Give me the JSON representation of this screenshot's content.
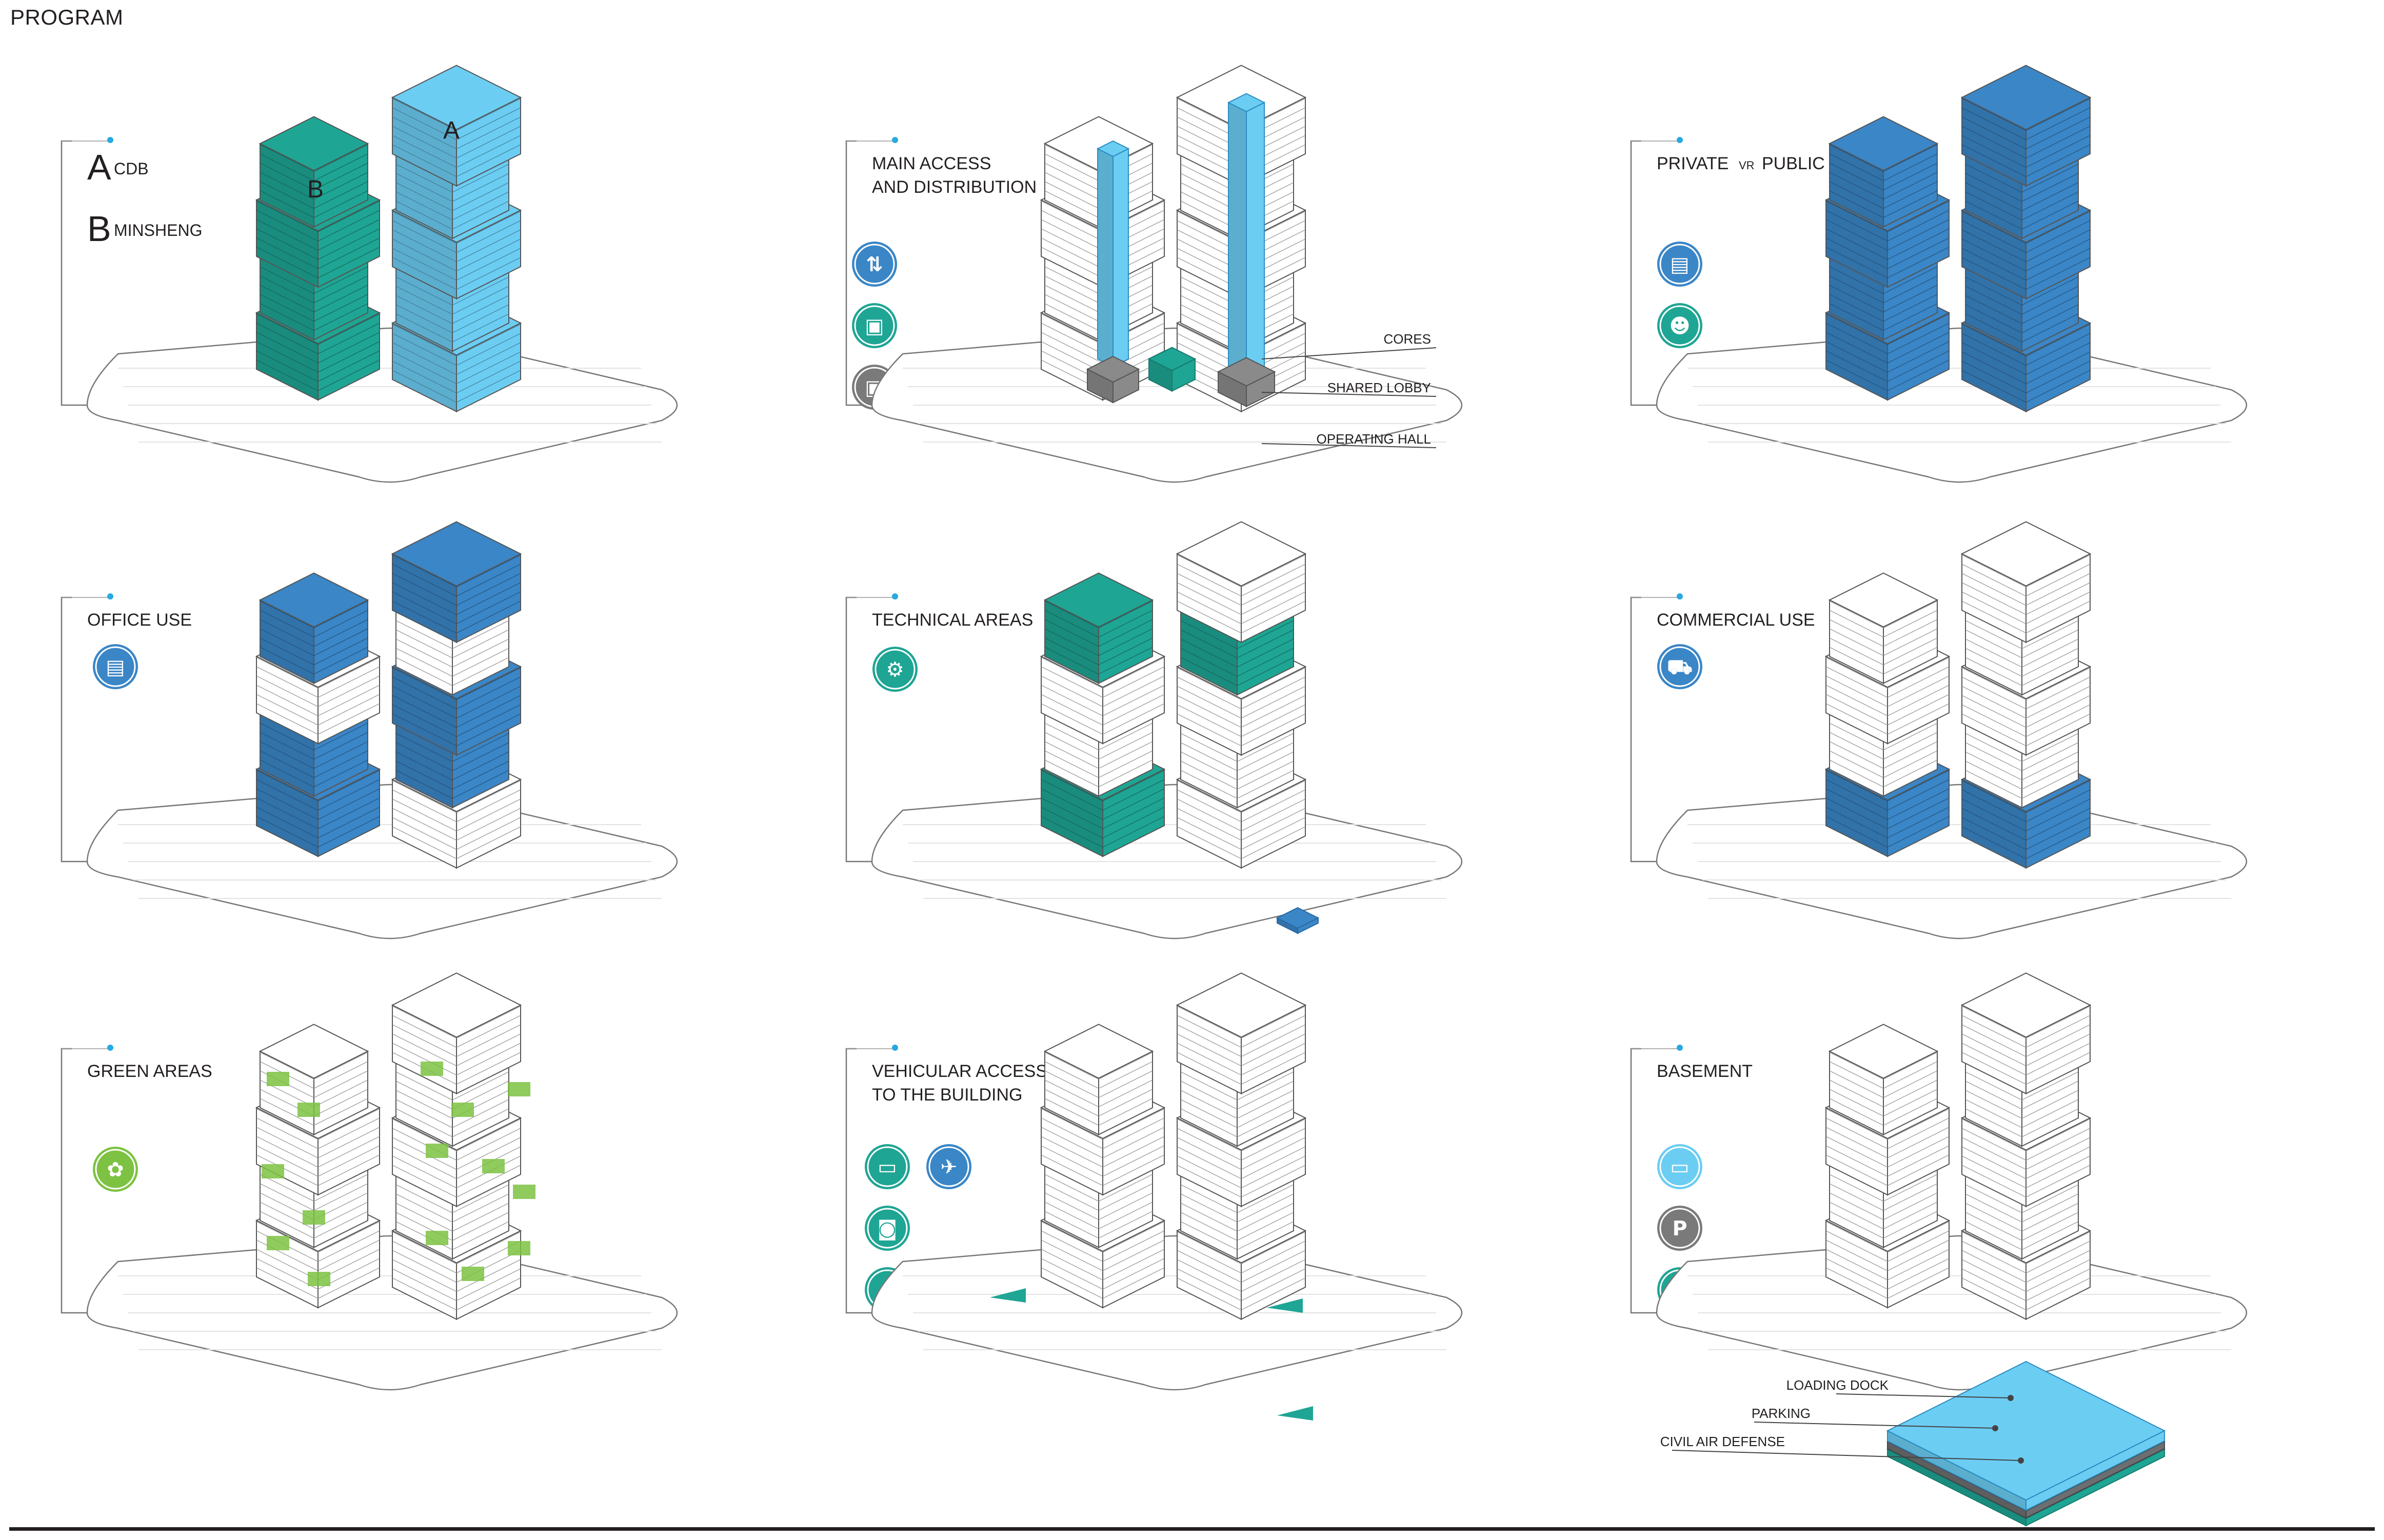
{
  "title": "PROGRAM",
  "colors": {
    "teal": "#1fa594",
    "teal_dark": "#157a6e",
    "light_blue": "#6ccdf3",
    "blue": "#3a86c7",
    "blue_dark": "#2a6aa5",
    "green": "#7dc242",
    "gray": "#7a7a7a",
    "outline": "#666666"
  },
  "panels": [
    {
      "id": "cdb-minsheng",
      "lines": [],
      "legend": [
        {
          "letter": "A",
          "text": "CDB"
        },
        {
          "letter": "B",
          "text": "MINSHENG"
        }
      ],
      "towers": {
        "A": "A",
        "B": "B"
      },
      "icons": []
    },
    {
      "id": "main-access",
      "lines": [
        "MAIN ACCESS",
        "AND DISTRIBUTION"
      ],
      "callouts": [
        "CORES",
        "SHARED LOBBY",
        "OPERATING HALL"
      ],
      "icons": [
        {
          "name": "elevator-icon",
          "color": "#3a86c7"
        },
        {
          "name": "core-icon",
          "color": "#1fa594"
        },
        {
          "name": "hall-icon",
          "color": "#7a7a7a"
        }
      ]
    },
    {
      "id": "private-public",
      "lines": [
        "PRIVATE",
        "VR",
        "PUBLIC"
      ],
      "icons": [
        {
          "name": "briefcase-icon",
          "color": "#3a86c7"
        },
        {
          "name": "people-icon",
          "color": "#1fa594"
        }
      ]
    },
    {
      "id": "office-use",
      "lines": [
        "OFFICE USE"
      ],
      "icons": [
        {
          "name": "briefcase-icon",
          "color": "#3a86c7"
        }
      ]
    },
    {
      "id": "technical-areas",
      "lines": [
        "TECHNICAL AREAS"
      ],
      "icons": [
        {
          "name": "gears-icon",
          "color": "#1fa594"
        }
      ]
    },
    {
      "id": "commercial-use",
      "lines": [
        "COMMERCIAL USE"
      ],
      "icons": [
        {
          "name": "cart-icon",
          "color": "#3a86c7"
        }
      ]
    },
    {
      "id": "green-areas",
      "lines": [
        "GREEN AREAS"
      ],
      "icons": [
        {
          "name": "leaf-icon",
          "color": "#7dc242"
        }
      ]
    },
    {
      "id": "vehicular-access",
      "lines": [
        "VEHICULAR ACCESS",
        "TO THE BUILDING"
      ],
      "icons": [
        {
          "name": "bus-icon",
          "color": "#1fa594"
        },
        {
          "name": "helicopter-icon",
          "color": "#3a86c7"
        },
        {
          "name": "car-icon",
          "color": "#1fa594"
        },
        {
          "name": "bicycle-icon",
          "color": "#1fa594"
        }
      ]
    },
    {
      "id": "basement",
      "lines": [
        "BASEMENT"
      ],
      "callouts": [
        "LOADING DOCK",
        "PARKING",
        "CIVIL AIR DEFENSE"
      ],
      "icons": [
        {
          "name": "truck-icon",
          "color": "#6ccdf3"
        },
        {
          "name": "parking-icon",
          "color": "#7a7a7a"
        },
        {
          "name": "biohazard-icon",
          "color": "#1fa594"
        }
      ]
    }
  ]
}
